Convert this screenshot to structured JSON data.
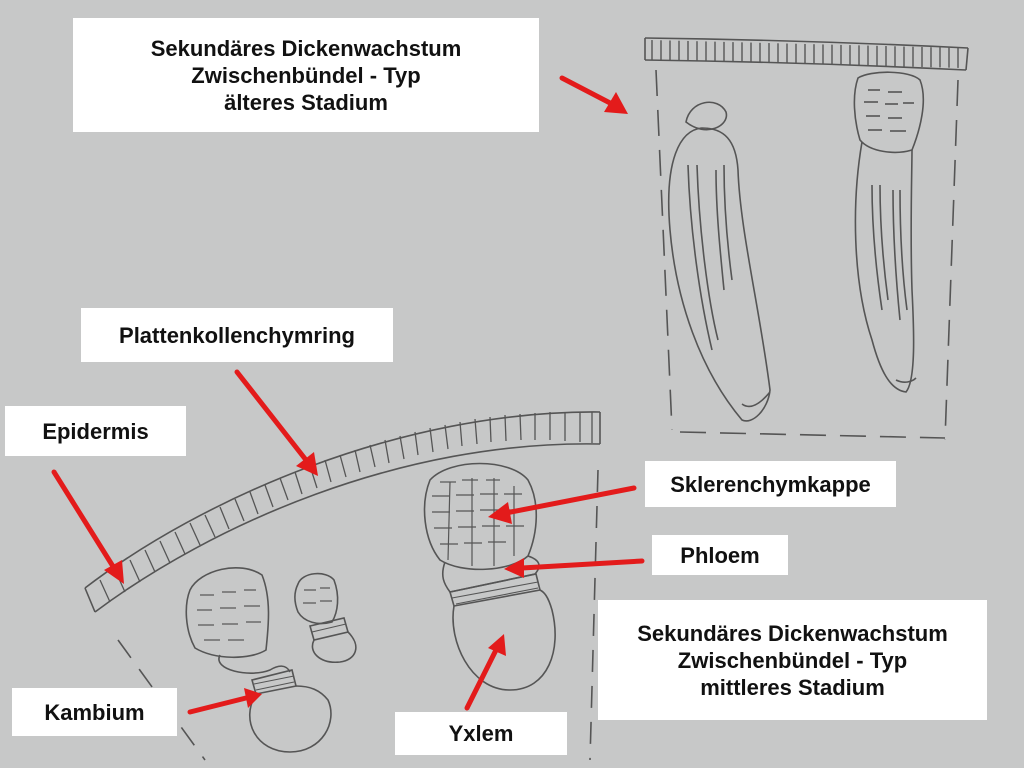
{
  "title_older": {
    "line1": "Sekundäres Dickenwachstum",
    "line2": "Zwischenbündel - Typ",
    "line3": "älteres Stadium"
  },
  "title_middle": {
    "line1": "Sekundäres Dickenwachstum",
    "line2": "Zwischenbündel - Typ",
    "line3": "mittleres Stadium"
  },
  "labels": {
    "plattenkollenchymring": "Plattenkollenchymring",
    "epidermis": "Epidermis",
    "sklerenchymkappe": "Sklerenchymkappe",
    "phloem": "Phloem",
    "kambium": "Kambium",
    "yxlem": "Yxlem"
  },
  "colors": {
    "background": "#c7c8c8",
    "pencil": "#555555",
    "arrow": "#e31b1b",
    "label_bg": "#ffffff"
  }
}
